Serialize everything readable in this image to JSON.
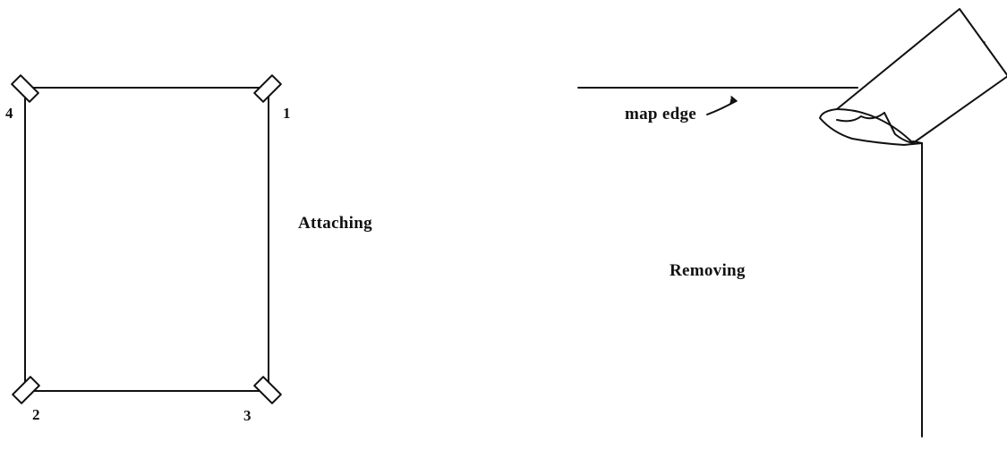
{
  "attaching": {
    "label": "Attaching",
    "corners": [
      "1",
      "2",
      "3",
      "4"
    ]
  },
  "removing": {
    "label": "Removing",
    "edge_label": "map edge"
  },
  "colors": {
    "ink": "#111111",
    "background": "#ffffff"
  }
}
